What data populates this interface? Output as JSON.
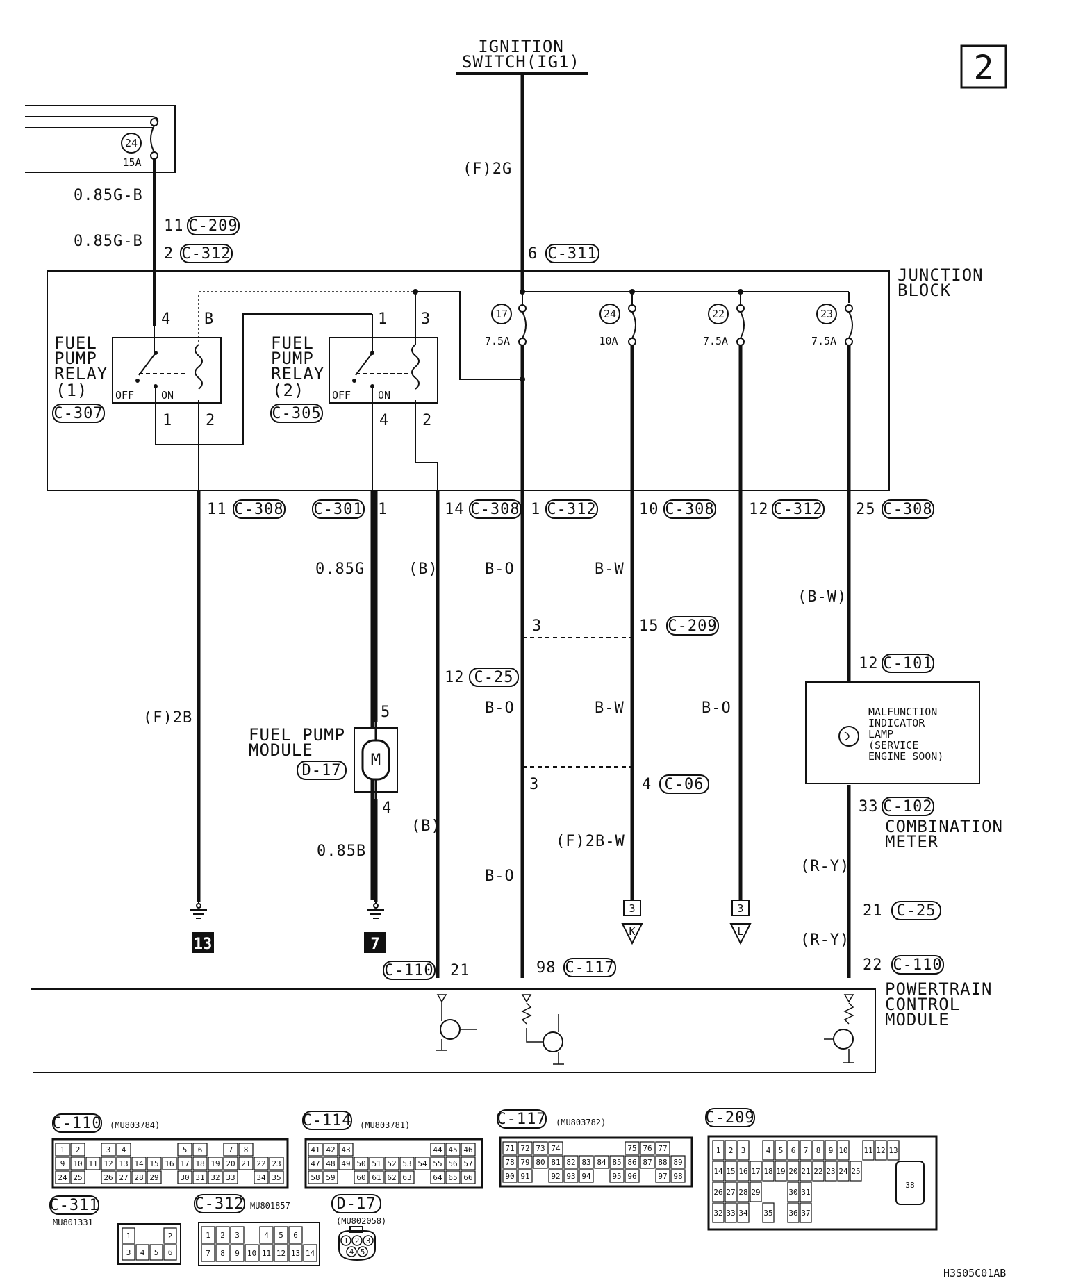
{
  "page_number": "2",
  "figure_code": "H3S05C01AB",
  "ignition_switch": {
    "line1": "IGNITION",
    "line2": "SWITCH(IG1)",
    "wire": "(F)2G",
    "pin": "6",
    "connector": "C-311"
  },
  "upper_left": {
    "fuse_no": "24",
    "fuse_rating": "15A",
    "wire_top": "0.85G-B",
    "pin_top": "11",
    "conn_top": "C-209",
    "wire_bottom": "0.85G-B",
    "pin_bottom": "2",
    "conn_bottom": "C-312"
  },
  "junction_block": {
    "label1": "JUNCTION",
    "label2": "BLOCK",
    "fuses": [
      {
        "no": "17",
        "rating": "7.5A"
      },
      {
        "no": "24",
        "rating": "10A"
      },
      {
        "no": "22",
        "rating": "7.5A"
      },
      {
        "no": "23",
        "rating": "7.5A"
      }
    ]
  },
  "relay1": {
    "name": [
      "FUEL",
      "PUMP",
      "RELAY",
      "(1)"
    ],
    "connector": "C-307",
    "pin_tl": "4",
    "pin_tr": "B",
    "pin_bl": "1",
    "pin_br": "2",
    "off": "OFF",
    "on": "ON"
  },
  "relay2": {
    "name": [
      "FUEL",
      "PUMP",
      "RELAY",
      "(2)"
    ],
    "connector": "C-305",
    "pin_tl": "1",
    "pin_tr": "3",
    "pin_bl": "4",
    "pin_br": "2",
    "off": "OFF",
    "on": "ON"
  },
  "exit_pins": [
    {
      "pin": "11",
      "connector": "C-308"
    },
    {
      "pin": "1",
      "connector": "C-301"
    },
    {
      "pin": "14",
      "connector": "C-308"
    },
    {
      "pin": "1",
      "connector": "C-312"
    },
    {
      "pin": "10",
      "connector": "C-308"
    },
    {
      "pin": "12",
      "connector": "C-312"
    },
    {
      "pin": "25",
      "connector": "C-308"
    }
  ],
  "wires": {
    "w1": "(F)2B",
    "w2_top": "0.85G",
    "w2_bottom": "0.85B",
    "w3_top": "(B)",
    "w3_bottom": "(B)",
    "w3_pin": "12",
    "w3_conn": "C-25",
    "w4_a": "B-O",
    "w4_b": "B-O",
    "w4_c": "B-O",
    "w4_pin1": "3",
    "w4_pin2": "3",
    "w5_a": "B-W",
    "w5_b": "B-W",
    "w5_c": "(F)2B-W",
    "w5_pin1": "15",
    "w5_conn1": "C-209",
    "w5_pin2": "4",
    "w5_conn2": "C-06",
    "w6": "B-O",
    "w7_a": "(B-W)",
    "w7_b": "(R-Y)",
    "w7_c": "(R-Y)"
  },
  "fuel_pump_module": {
    "line1": "FUEL PUMP",
    "line2": "MODULE",
    "connector": "D-17",
    "pin_top": "5",
    "pin_bottom": "4",
    "motor": "M"
  },
  "grounds": [
    {
      "id": "13"
    },
    {
      "id": "7"
    }
  ],
  "splices": [
    {
      "num": "3",
      "letter": "K"
    },
    {
      "num": "3",
      "letter": "L"
    }
  ],
  "mil": {
    "lines": [
      "MALFUNCTION",
      "INDICATOR",
      "LAMP",
      "(SERVICE",
      "ENGINE SOON)"
    ],
    "pin_top": "12",
    "conn_top": "C-101",
    "pin_bottom": "33",
    "conn_bottom": "C-102",
    "meter1": "COMBINATION",
    "meter2": "METER"
  },
  "pcm_pins": [
    {
      "pin": "21",
      "connector": "C-110"
    },
    {
      "pin": "98",
      "connector": "C-117"
    },
    {
      "pin": "21",
      "connector": "C-25"
    },
    {
      "pin": "22",
      "connector": "C-110"
    }
  ],
  "pcm": {
    "line1": "POWERTRAIN",
    "line2": "CONTROL",
    "line3": "MODULE"
  },
  "connector_views": [
    {
      "id": "C-110",
      "part": "(MU803784)",
      "rows": [
        [
          "1",
          "2",
          "",
          "3",
          "4",
          "",
          "",
          "",
          "5",
          "6",
          "",
          "7",
          "8"
        ],
        [
          "9",
          "10",
          "11",
          "12",
          "13",
          "14",
          "15",
          "16",
          "17",
          "18",
          "19",
          "20",
          "21",
          "22",
          "23"
        ],
        [
          "24",
          "25",
          "",
          "26",
          "27",
          "28",
          "29",
          "",
          "30",
          "31",
          "32",
          "33",
          "",
          "34",
          "35"
        ]
      ]
    },
    {
      "id": "C-114",
      "part": "(MU803781)",
      "rows": [
        [
          "41",
          "42",
          "43",
          "",
          "",
          "",
          "",
          "",
          "44",
          "45",
          "46"
        ],
        [
          "47",
          "48",
          "49",
          "50",
          "51",
          "52",
          "53",
          "54",
          "55",
          "56",
          "57"
        ],
        [
          "58",
          "59",
          "",
          "60",
          "61",
          "62",
          "63",
          "",
          "64",
          "65",
          "66"
        ]
      ]
    },
    {
      "id": "C-117",
      "part": "(MU803782)",
      "rows": [
        [
          "71",
          "72",
          "73",
          "74",
          "",
          "",
          "",
          "",
          "75",
          "76",
          "77"
        ],
        [
          "78",
          "79",
          "80",
          "81",
          "82",
          "83",
          "84",
          "85",
          "86",
          "87",
          "88",
          "89"
        ],
        [
          "90",
          "91",
          "",
          "92",
          "93",
          "94",
          "",
          "95",
          "96",
          "",
          "97",
          "98"
        ]
      ]
    },
    {
      "id": "C-209",
      "part": "",
      "rows": [
        [
          "1",
          "2",
          "3",
          "",
          "4",
          "5",
          "6",
          "7",
          "8",
          "9",
          "10",
          "",
          "11",
          "12",
          "13"
        ],
        [
          "14",
          "15",
          "16",
          "17",
          "18",
          "19",
          "20",
          "21",
          "22",
          "23",
          "24",
          "25"
        ],
        [
          "26",
          "27",
          "28",
          "29",
          "",
          "",
          "30",
          "31"
        ],
        [
          "32",
          "33",
          "34",
          "",
          "35",
          "",
          "36",
          "37"
        ]
      ],
      "big_pin": "38"
    },
    {
      "id": "C-311",
      "part": "MU801331",
      "rows": [
        [
          "1",
          "",
          "",
          "2"
        ],
        [
          "3",
          "4",
          "5",
          "6"
        ]
      ]
    },
    {
      "id": "C-312",
      "part": "MU801857",
      "rows": [
        [
          "1",
          "2",
          "3",
          "",
          "4",
          "5",
          "6"
        ],
        [
          "7",
          "8",
          "9",
          "10",
          "11",
          "12",
          "13",
          "14"
        ]
      ]
    },
    {
      "id": "D-17",
      "part": "(MU802058)",
      "rows": [
        [
          "1",
          "2",
          "3"
        ],
        [
          "4",
          "5"
        ]
      ]
    }
  ]
}
